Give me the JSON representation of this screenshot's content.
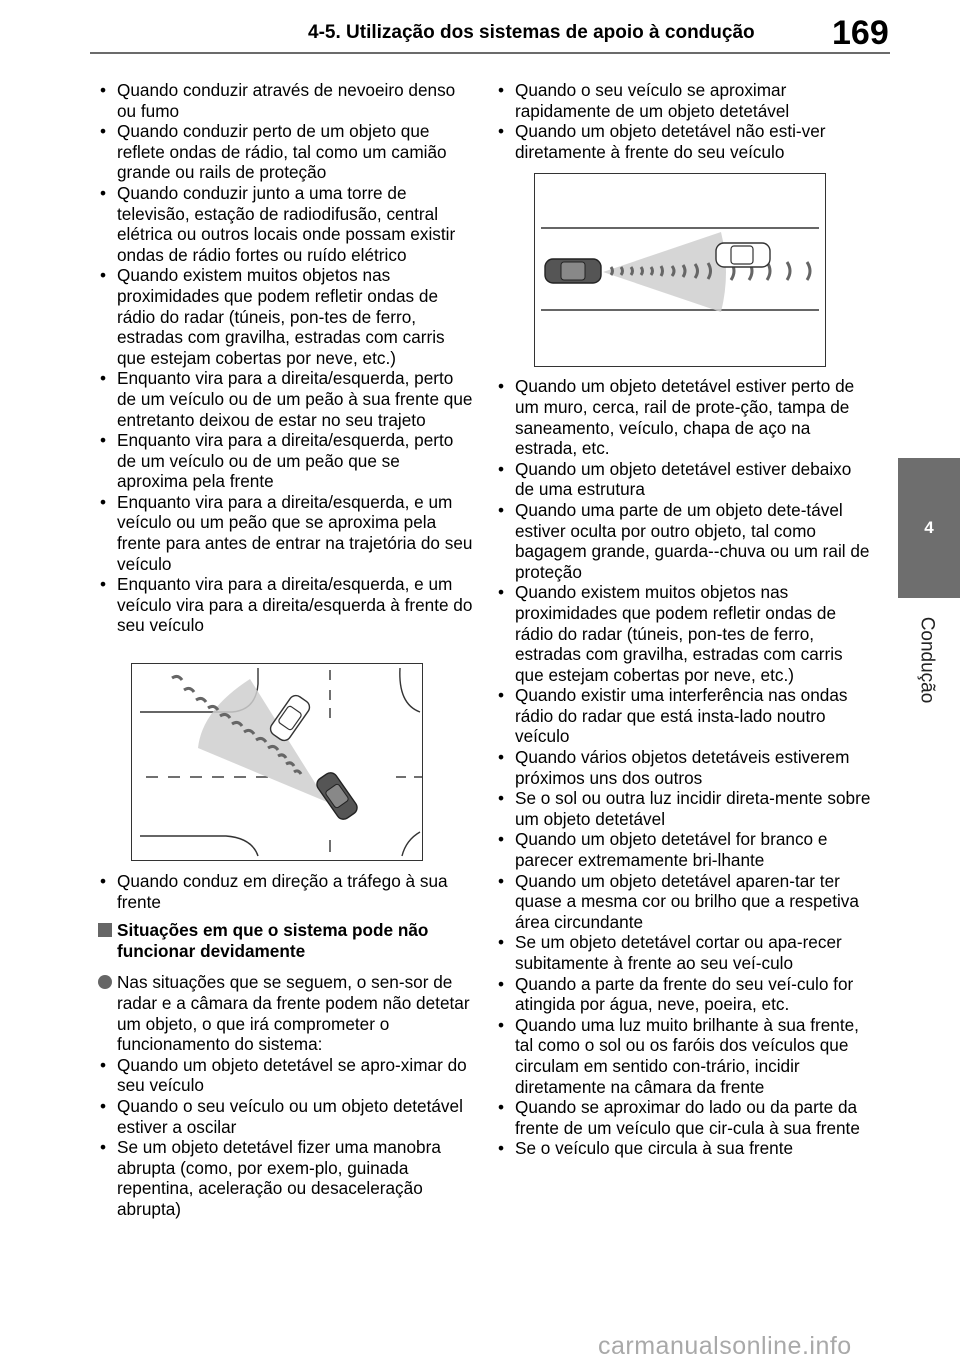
{
  "header": {
    "title": "4-5. Utilização dos sistemas de apoio à condução",
    "page_number": "169"
  },
  "sidetab": {
    "chapter_number": "4",
    "chapter_label": "Condução"
  },
  "left_column": {
    "bullets_top": [
      "Quando conduzir através de nevoeiro denso ou fumo",
      "Quando conduzir perto de um objeto que reflete ondas de rádio, tal como um camião grande ou rails de proteção",
      "Quando conduzir junto a uma torre de televisão, estação de radiodifusão, central elétrica ou outros locais onde possam existir ondas de rádio fortes ou ruído elétrico",
      "Quando existem muitos objetos nas proximidades que podem refletir ondas de rádio do radar (túneis, pon-tes de ferro, estradas com gravilha, estradas com carris que estejam cobertas por neve, etc.)",
      "Enquanto vira para a direita/esquerda, perto de um veículo ou de um peão à sua frente que entretanto deixou de estar no seu trajeto",
      "Enquanto vira para a direita/esquerda, perto de um veículo ou de um peão que se aproxima pela frente",
      "Enquanto vira para a direita/esquerda, e um veículo ou um peão que se aproxima pela frente para antes de entrar na trajetória do seu veículo",
      "Enquanto vira para a direita/esquerda, e um veículo vira para a direita/esquerda à frente do seu veículo"
    ],
    "bullet_after_figure": "Quando conduz em direção a tráfego à sua frente",
    "section_heading": "Situações em que o sistema pode não funcionar devidamente",
    "intro_paragraph": "Nas situações que se seguem, o sen-sor de radar e a câmara da frente podem não detetar um objeto, o que irá comprometer o funcionamento do sistema:",
    "bullets_bottom": [
      "Quando um objeto detetável se apro-ximar do seu veículo",
      "Quando o seu veículo ou um objeto detetável estiver a oscilar",
      "Se um objeto detetável fizer uma manobra abrupta (como, por exem-plo, guinada repentina, aceleração ou desaceleração abrupta)"
    ]
  },
  "right_column": {
    "bullets_top": [
      "Quando o seu veículo se aproximar rapidamente de um objeto detetável",
      "Quando um objeto detetável não esti-ver diretamente à frente do seu veículo"
    ],
    "bullets_after_figure": [
      "Quando um objeto detetável estiver perto de um muro, cerca, rail de prote-ção, tampa de saneamento, veículo, chapa de aço na estrada, etc.",
      "Quando um objeto detetável estiver debaixo de uma estrutura",
      "Quando uma parte de um objeto dete-tável estiver oculta por outro objeto, tal como bagagem grande, guarda--chuva ou um rail de proteção",
      "Quando existem muitos objetos nas proximidades que podem refletir ondas de rádio do radar (túneis, pon-tes de ferro, estradas com gravilha, estradas com carris que estejam cobertas por neve, etc.)",
      "Quando existir uma interferência nas ondas rádio do radar que está insta-lado noutro veículo",
      "Quando vários objetos detetáveis estiverem próximos uns dos outros",
      "Se o sol ou outra luz incidir direta-mente sobre um objeto detetável",
      "Quando um objeto detetável for branco e parecer extremamente bri-lhante",
      "Quando um objeto detetável aparen-tar ter quase a mesma cor ou brilho que a respetiva área circundante",
      "Se um objeto detetável cortar ou apa-recer subitamente à frente ao seu veí-culo",
      "Quando a parte da frente do seu veí-culo for atingida por água, neve, poeira, etc.",
      "Quando uma luz muito brilhante à sua frente, tal como o sol ou os faróis dos veículos que circulam em sentido con-trário, incidir diretamente na câmara da frente",
      "Quando se aproximar do lado ou da parte da frente de um veículo que cir-cula à sua frente",
      "Se o veículo que circula à sua frente"
    ]
  },
  "watermark": "carmanualsonline.info",
  "colors": {
    "sidetab": "#6e6e6e",
    "header_rule": "#6b6b6b",
    "watermark": "#a9a9a9"
  }
}
